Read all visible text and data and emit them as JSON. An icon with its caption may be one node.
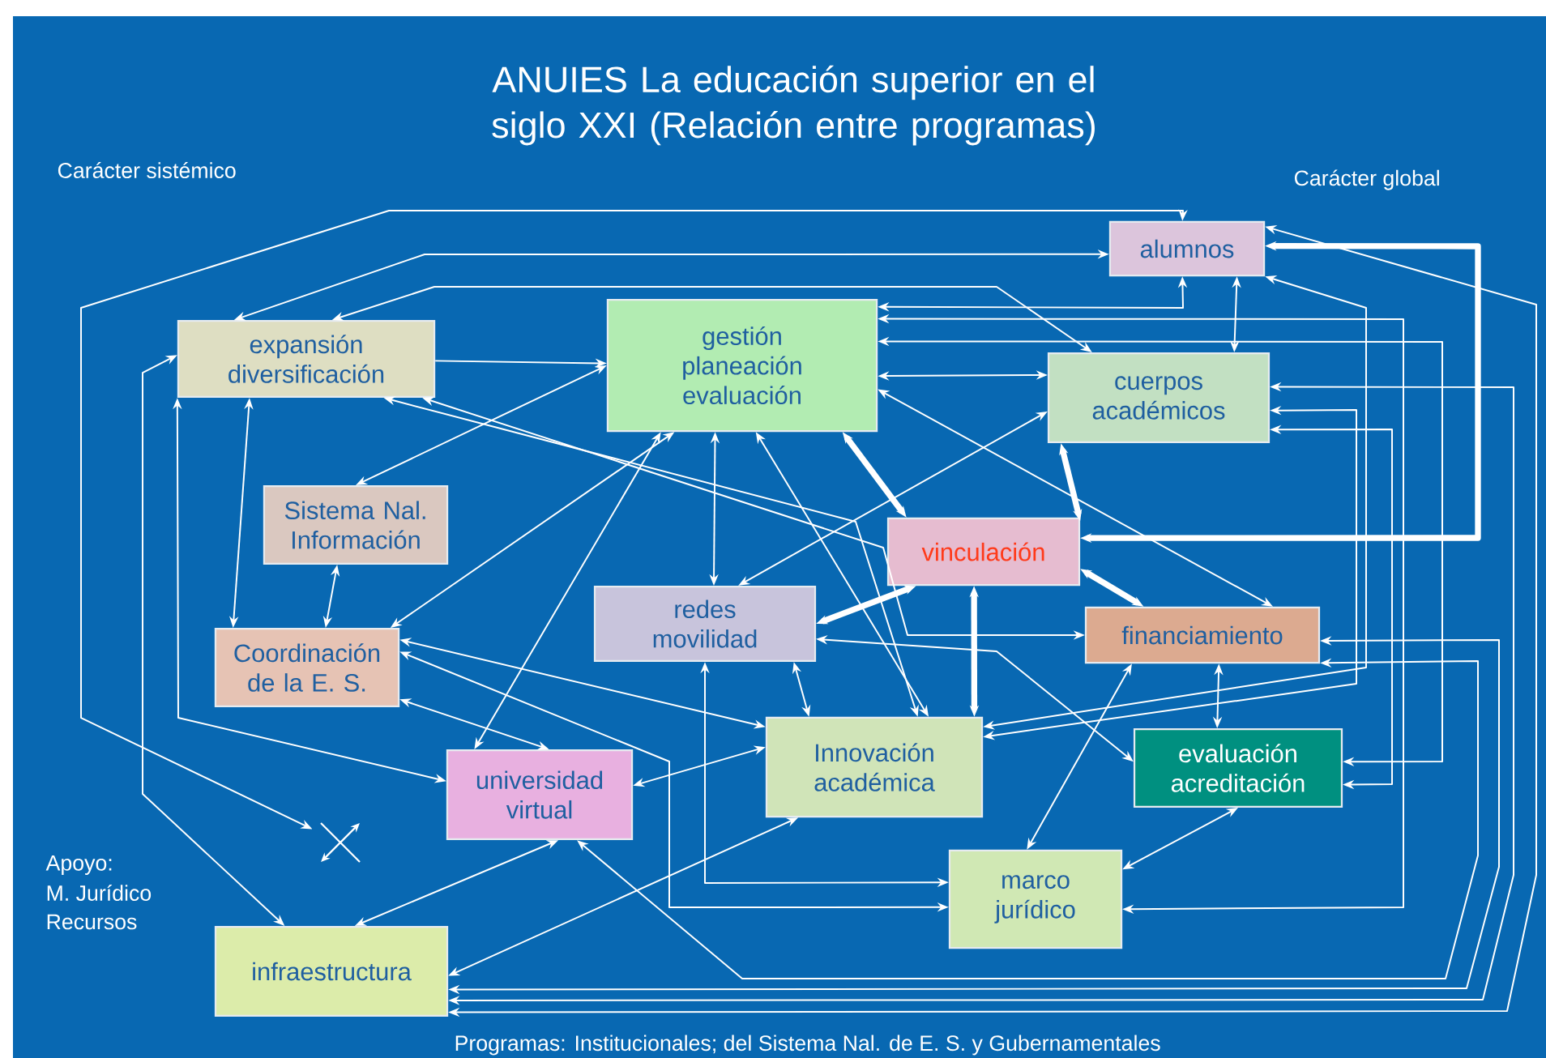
{
  "diagram": {
    "title": "ANUIES La educación superior en el siglo XXI (Relación entre programas)",
    "nodes": [
      {
        "text": [
          "alumnos"
        ]
      },
      {
        "text": [
          "expansión diversificación"
        ]
      },
      {
        "text": [
          "gestión planeación evaluación"
        ]
      },
      {
        "text": [
          "cuerpos académicos"
        ]
      },
      {
        "text": [
          "Sistema Nal. Información"
        ]
      },
      {
        "text": [
          "vinculación"
        ]
      },
      {
        "text": [
          "redes movilidad"
        ]
      },
      {
        "text": [
          "financiamiento"
        ]
      },
      {
        "text": [
          "Coordinación de la E. S."
        ]
      },
      {
        "text": [
          "universidad virtual"
        ]
      },
      {
        "text": [
          "Innovación académica"
        ]
      },
      {
        "text": [
          "evaluación acreditación"
        ]
      },
      {
        "text": [
          "marco jurídico"
        ]
      },
      {
        "text": [
          "infraestructura"
        ]
      },
      {
        "text": [],
        "shape": "cross"
      }
    ],
    "edges": [
      {
        "from": 0,
        "to": 14,
        "arrow": "both"
      },
      {
        "from": 1,
        "to": 0,
        "arrow": "both"
      },
      {
        "from": 1,
        "to": 3,
        "arrow": "both"
      },
      {
        "from": 1,
        "to": 2,
        "arrow": "to"
      },
      {
        "from": 0,
        "to": 2,
        "arrow": "both"
      },
      {
        "from": 0,
        "to": 3,
        "arrow": "both"
      },
      {
        "from": 2,
        "to": 3,
        "arrow": "both"
      },
      {
        "from": 2,
        "to": 7,
        "arrow": "both"
      },
      {
        "from": 2,
        "to": 5,
        "arrow": "both",
        "style": "thick"
      },
      {
        "from": 3,
        "to": 5,
        "arrow": "both",
        "style": "thick"
      },
      {
        "from": 5,
        "to": 7,
        "arrow": "both",
        "style": "thick"
      },
      {
        "from": 5,
        "to": 6,
        "arrow": "both",
        "style": "thick"
      },
      {
        "from": 5,
        "to": 10,
        "arrow": "both",
        "style": "thick"
      },
      {
        "from": 0,
        "to": 5,
        "arrow": "both",
        "style": "thick"
      },
      {
        "from": 3,
        "to": 6,
        "arrow": "both"
      },
      {
        "from": 2,
        "to": 6,
        "arrow": "both"
      },
      {
        "from": 2,
        "to": 10,
        "arrow": "both"
      },
      {
        "from": 2,
        "to": 4,
        "arrow": "both"
      },
      {
        "from": 4,
        "to": 8,
        "arrow": "both"
      },
      {
        "from": 1,
        "to": 8,
        "arrow": "both"
      },
      {
        "from": 2,
        "to": 8,
        "arrow": "both"
      },
      {
        "from": 2,
        "to": 9,
        "arrow": "both"
      },
      {
        "from": 1,
        "to": 10,
        "arrow": "both"
      },
      {
        "from": 1,
        "to": 7,
        "arrow": "both"
      },
      {
        "from": 8,
        "to": 10,
        "arrow": "both"
      },
      {
        "from": 8,
        "to": 12,
        "arrow": "both"
      },
      {
        "from": 8,
        "to": 9,
        "arrow": "both"
      },
      {
        "from": 6,
        "to": 12,
        "arrow": "both"
      },
      {
        "from": 6,
        "to": 10,
        "arrow": "both"
      },
      {
        "from": 6,
        "to": 11,
        "arrow": "both"
      },
      {
        "from": 9,
        "to": 10,
        "arrow": "both"
      },
      {
        "from": 9,
        "to": 13,
        "arrow": "both"
      },
      {
        "from": 10,
        "to": 13,
        "arrow": "both"
      },
      {
        "from": 1,
        "to": 9,
        "arrow": "both"
      },
      {
        "from": 1,
        "to": 13,
        "arrow": "both"
      },
      {
        "from": 7,
        "to": 12,
        "arrow": "both"
      },
      {
        "from": 7,
        "to": 11,
        "arrow": "both"
      },
      {
        "from": 11,
        "to": 12,
        "arrow": "both"
      },
      {
        "from": 2,
        "to": 12,
        "arrow": "both"
      },
      {
        "from": 2,
        "to": 11,
        "arrow": "both"
      },
      {
        "from": 3,
        "to": 11,
        "arrow": "both"
      },
      {
        "from": 3,
        "to": 10,
        "arrow": "both"
      },
      {
        "from": 0,
        "to": 10,
        "arrow": "both"
      },
      {
        "from": 0,
        "to": 13,
        "arrow": "both"
      },
      {
        "from": 3,
        "to": 13,
        "arrow": "both"
      },
      {
        "from": 7,
        "to": 13,
        "arrow": "both"
      },
      {
        "from": 7,
        "to": 9,
        "arrow": "both"
      }
    ],
    "labels": [
      "Carácter sistémico",
      "Carácter global",
      "Apoyo:",
      "M. Jurídico",
      "Recursos",
      "Programas:  Institucionales;  del Sistema Nal. de E. S. y Gubernamentales"
    ]
  }
}
